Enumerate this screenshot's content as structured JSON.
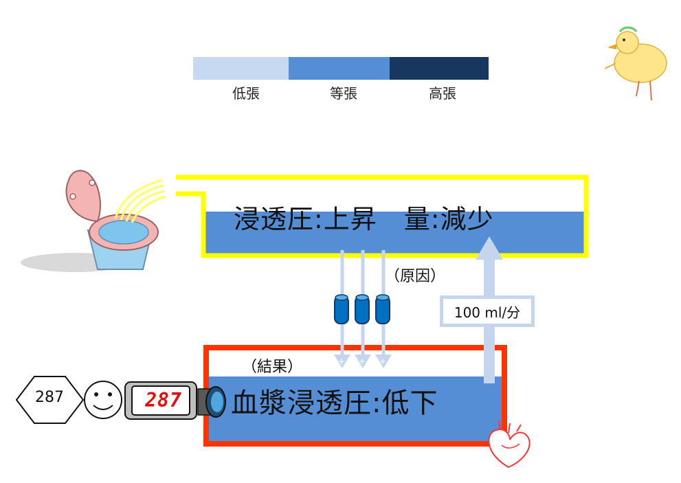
{
  "legend": {
    "items": [
      {
        "label": "低張",
        "color": "#c6d9f1"
      },
      {
        "label": "等張",
        "color": "#558ed5"
      },
      {
        "label": "高張",
        "color": "#17375e"
      }
    ]
  },
  "urine": {
    "text": "浸透圧:上昇　量:減少",
    "fill_color": "#558ed5",
    "border_color": "#ffff00"
  },
  "plasma": {
    "text": "血漿浸透圧:低下",
    "fill_color": "#558ed5",
    "border_color": "#ff3300"
  },
  "labels": {
    "cause": "（原因）",
    "result": "（結果）",
    "flow_rate": "100 ml/分"
  },
  "sensor": {
    "diamond_value": "287",
    "display_value": "287"
  },
  "icons": [
    "toilet-icon",
    "chick-icon",
    "heart-icon",
    "smiley-icon",
    "lens-icon",
    "channel-icon"
  ]
}
